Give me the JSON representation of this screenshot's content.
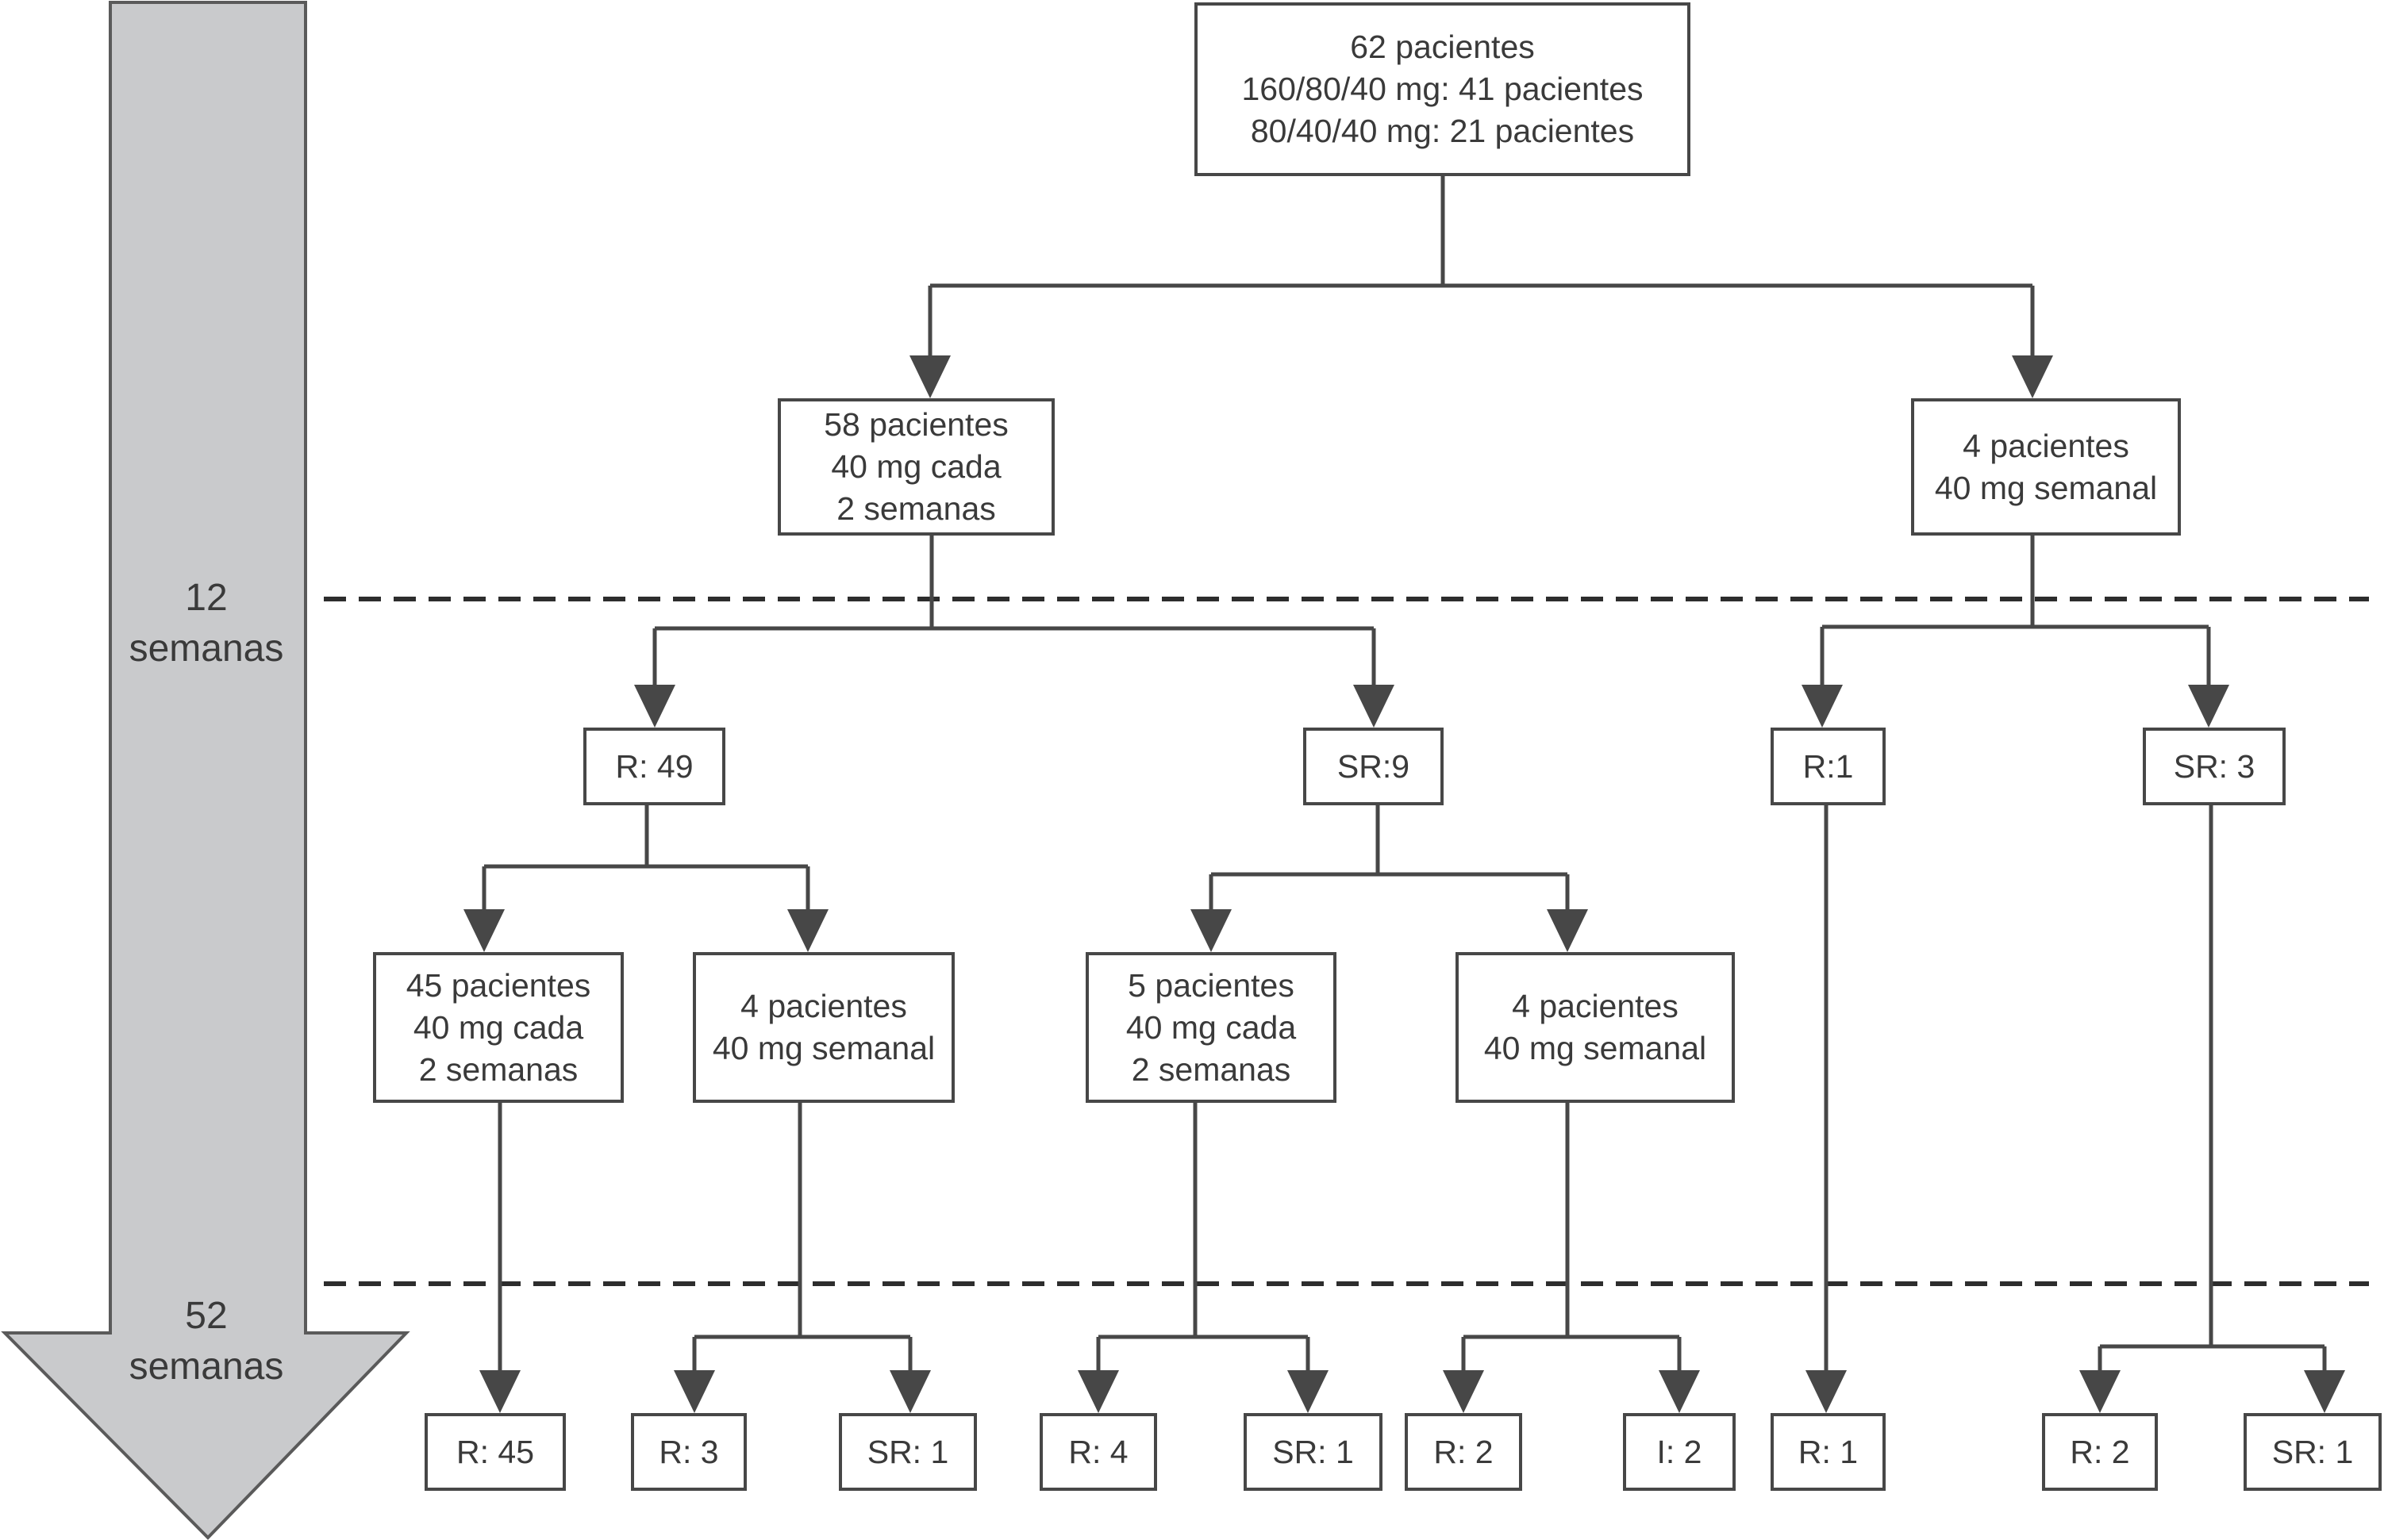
{
  "colors": {
    "line": "#474747",
    "arrow_fill": "#c9cacc",
    "arrow_stroke": "#5a5a5a",
    "text": "#3a3a3a"
  },
  "timeline": {
    "marker_12": [
      "12",
      "semanas"
    ],
    "marker_52": [
      "52",
      "semanas"
    ]
  },
  "nodes": {
    "root": [
      "62 pacientes",
      "160/80/40 mg: 41 pacientes",
      "80/40/40 mg: 21 pacientes"
    ],
    "biweekly": [
      "58 pacientes",
      "40 mg cada",
      "2 semanas"
    ],
    "weekly": [
      "4 pacientes",
      "40 mg semanal"
    ],
    "r49": [
      "R: 49"
    ],
    "sr9": [
      "SR:9"
    ],
    "r1_12w": [
      "R:1"
    ],
    "sr3": [
      "SR: 3"
    ],
    "r49_biweekly": [
      "45 pacientes",
      "40 mg cada",
      "2 semanas"
    ],
    "r49_weekly": [
      "4 pacientes",
      "40 mg semanal"
    ],
    "sr9_biweekly": [
      "5 pacientes",
      "40 mg cada",
      "2 semanas"
    ],
    "sr9_weekly": [
      "4 pacientes",
      "40 mg semanal"
    ],
    "out_r45": [
      "R: 45"
    ],
    "out_r3": [
      "R: 3"
    ],
    "out_sr1_a": [
      "SR: 1"
    ],
    "out_r4": [
      "R: 4"
    ],
    "out_sr1_b": [
      "SR: 1"
    ],
    "out_r2_a": [
      "R: 2"
    ],
    "out_i2": [
      "I: 2"
    ],
    "out_r1": [
      "R: 1"
    ],
    "out_r2_b": [
      "R: 2"
    ],
    "out_sr1_c": [
      "SR: 1"
    ]
  }
}
